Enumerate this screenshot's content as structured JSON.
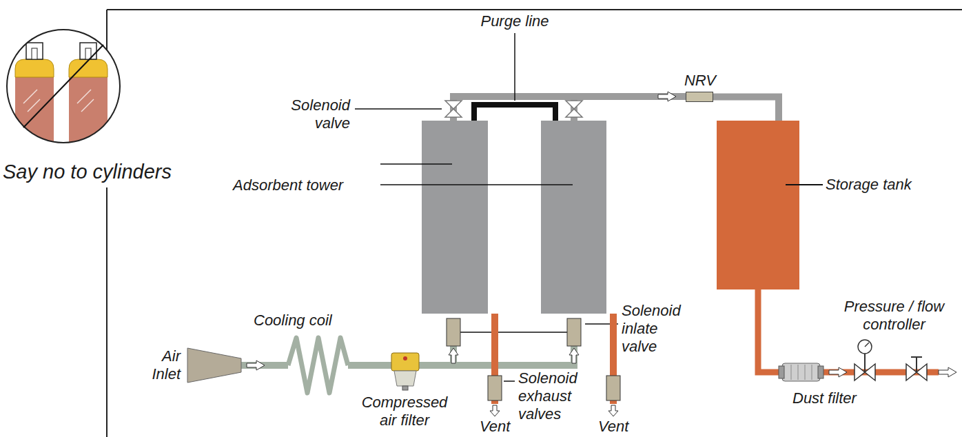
{
  "diagram": {
    "nodes": [
      {
        "text": [
          "Say no to cylinders"
        ]
      },
      {
        "text": [
          "NRV"
        ]
      },
      {
        "text": [
          "Storage tank"
        ]
      }
    ],
    "edges": [
      {
        "from": 1,
        "to": 2,
        "arrow": "none"
      }
    ],
    "labels": [
      "Purge line",
      "Solenoid valve",
      "Adsorbent tower",
      "Air Inlet",
      "Cooling coil",
      "Compressed air filter",
      "Solenoid inlate valve",
      "Solenoid exhaust valves",
      "Vent",
      "Vent",
      "Dust filter",
      "Pressure / flow controller"
    ]
  }
}
